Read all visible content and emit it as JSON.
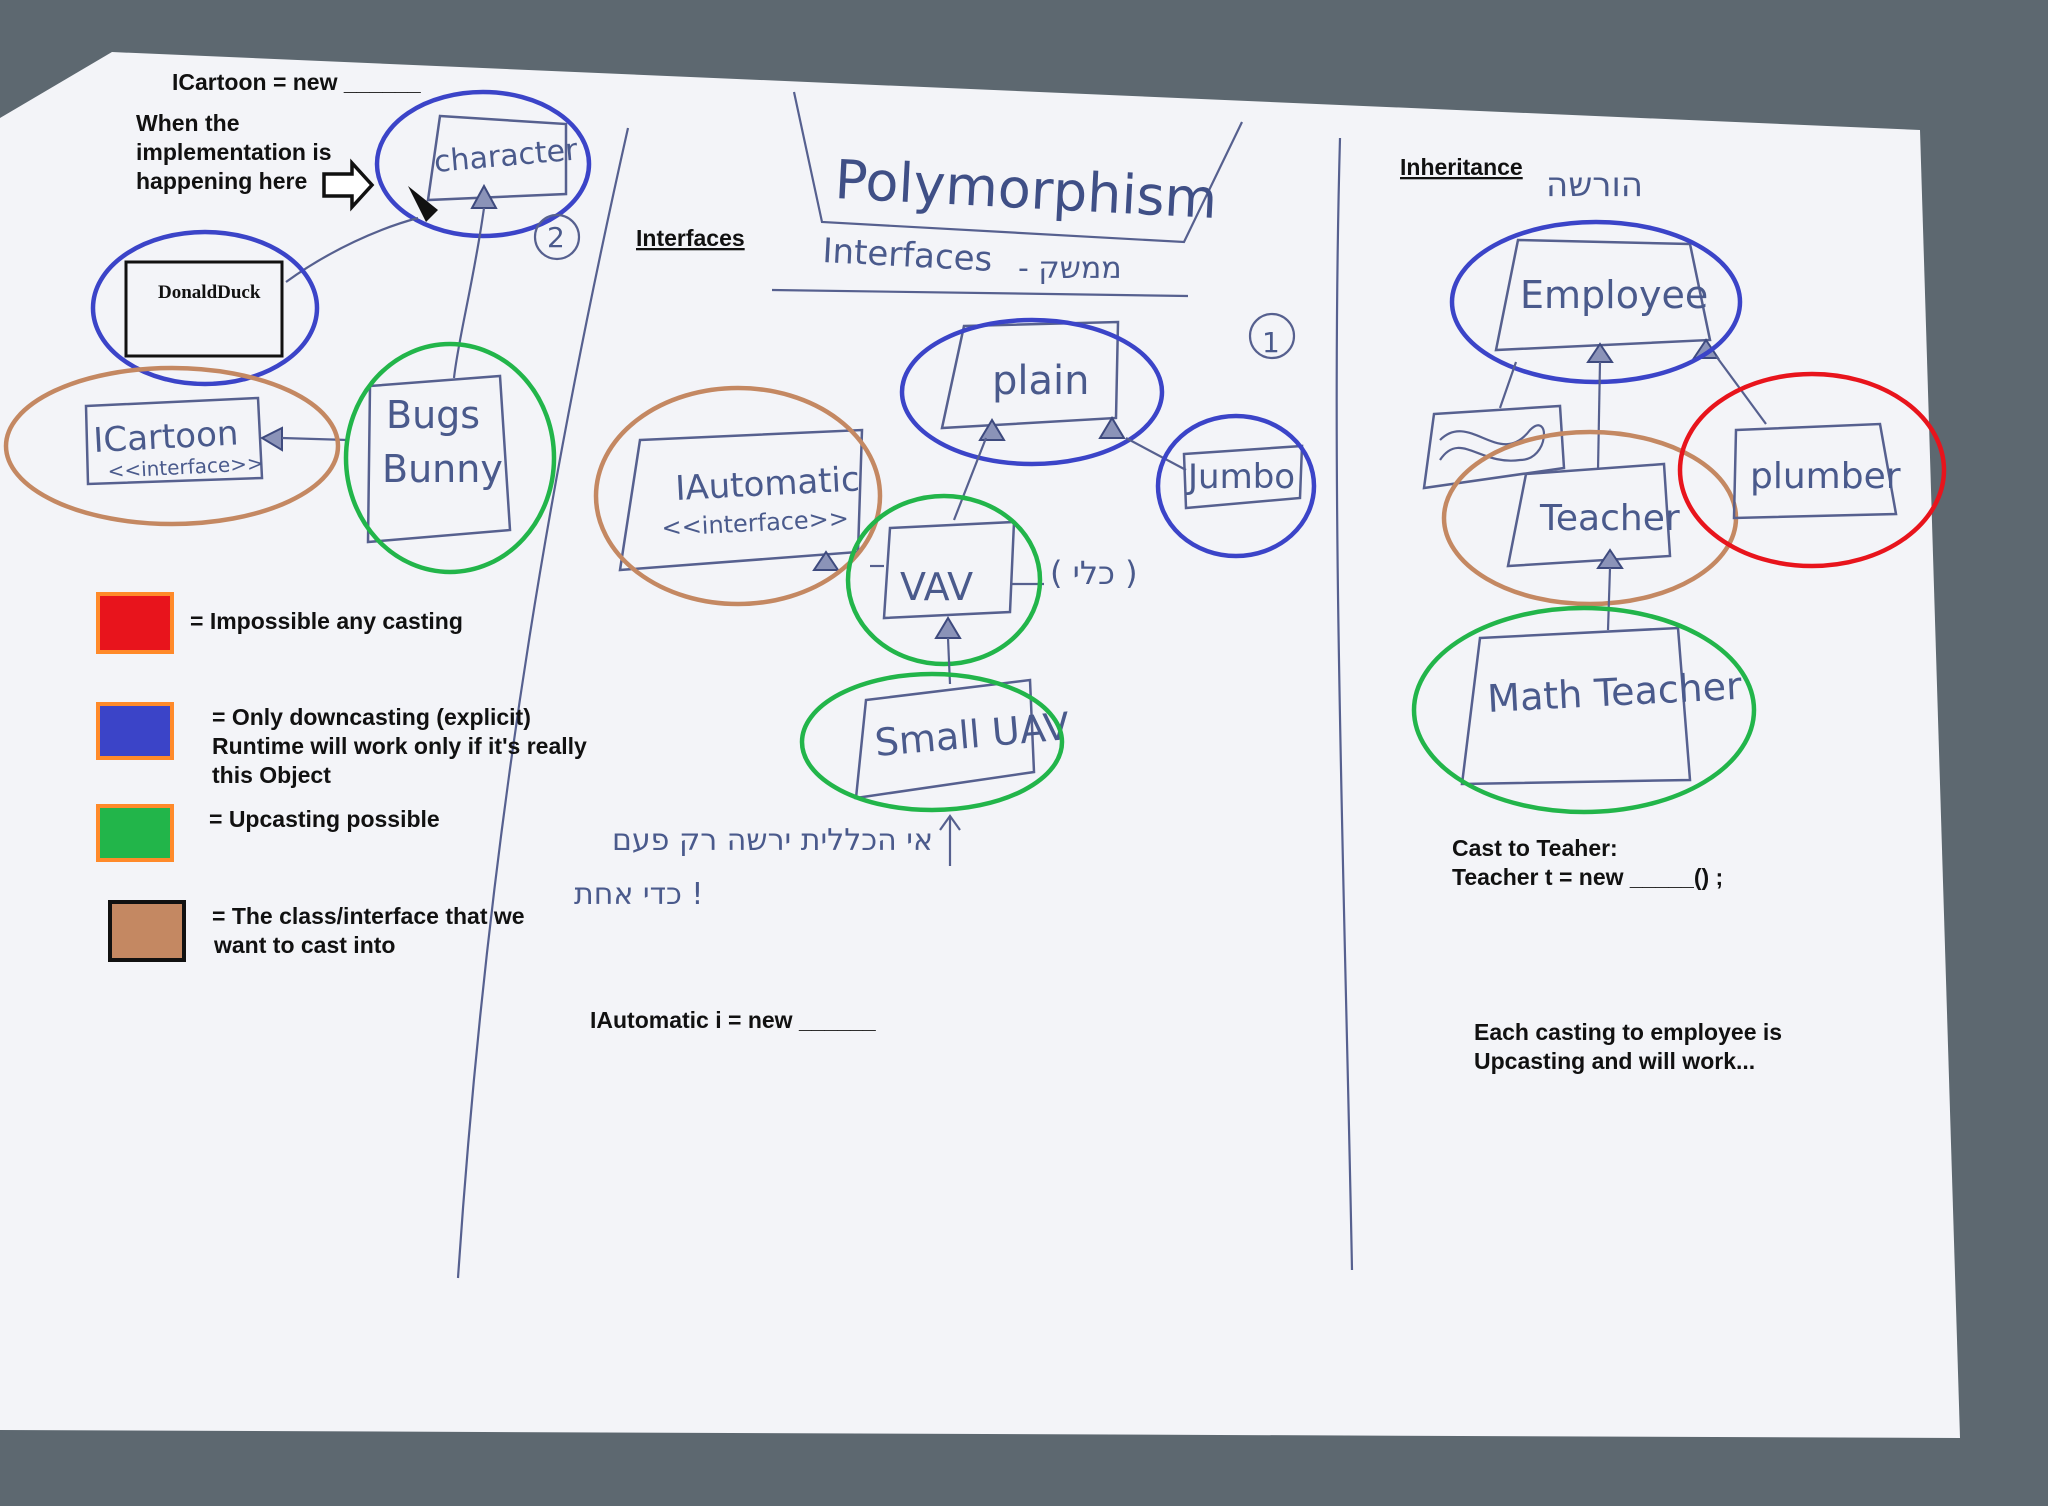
{
  "colors": {
    "red": "#e8141c",
    "blue": "#3b44c8",
    "green": "#22b54a",
    "brown": "#c48862",
    "swatch_border_orange": "#ff8a2a",
    "swatch_border_black": "#111111",
    "ink": "#56608f",
    "paper": "#f3f4f8",
    "table": "#5d6870"
  },
  "left": {
    "icartoon_prompt": "ICartoon = new ______",
    "note_line1": "When the",
    "note_line2": "implementation is",
    "note_line3": "happening here",
    "arrow_icon": "hollow-right-arrow",
    "character": "character",
    "donald_duck": "DonaldDuck",
    "icartoon": "ICartoon",
    "icartoon_stereo": "<<interface>>",
    "bugs_line1": "Bugs",
    "bugs_line2": "Bunny",
    "step_number": "2"
  },
  "legend": [
    {
      "color": "red",
      "border": "swatch_border_orange",
      "lines": [
        "= Impossible any casting"
      ]
    },
    {
      "color": "blue",
      "border": "swatch_border_orange",
      "lines": [
        "= Only downcasting (explicit)",
        "Runtime will work only if it's really",
        "this Object"
      ]
    },
    {
      "color": "green",
      "border": "swatch_border_orange",
      "lines": [
        "= Upcasting possible"
      ]
    },
    {
      "color": "brown",
      "border": "swatch_border_black",
      "lines": [
        "= The class/interface that we",
        "want to cast into"
      ]
    }
  ],
  "middle": {
    "title": "Polymorphism",
    "subtitle": "Interfaces",
    "subtitle_hebrew": "- ממשק",
    "heading": "Interfaces",
    "plain": "plain",
    "jumbo": "Jumbo",
    "iautomatic": "IAutomatic",
    "iautomatic_stereo": "<<interface>>",
    "vav": "VAV",
    "vav_note": "( כלי )",
    "small_vav": "Small UAV",
    "step_number": "1",
    "hebrew_line1": "אי הכללית ירשה רק פעם",
    "hebrew_line2": "כדי אחת !",
    "iautomatic_prompt": "IAutomatic i = new ______"
  },
  "right": {
    "heading": "Inheritance",
    "heading_hebrew": "הורשה",
    "employee": "Employee",
    "teacher": "Teacher",
    "plumber": "plumber",
    "math_teacher": "Math Teacher",
    "cast_line1": "Cast to Teaher:",
    "cast_line2": "Teacher t = new _____() ;",
    "summary_line1": "Each casting to employee is",
    "summary_line2": "Upcasting and will work..."
  }
}
